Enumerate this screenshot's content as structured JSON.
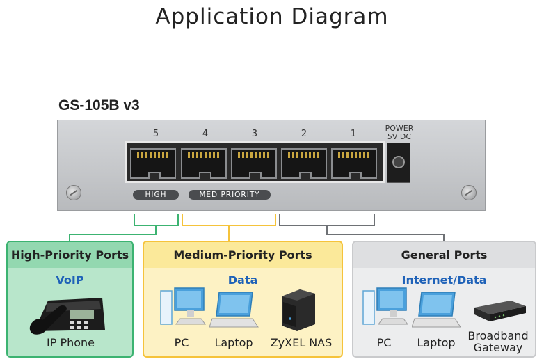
{
  "title": "Application Diagram",
  "model": "GS-105B v3",
  "device": {
    "port_numbers": [
      "5",
      "4",
      "3",
      "2",
      "1"
    ],
    "power_label_line1": "POWER",
    "power_label_line2": "5V DC",
    "pill_high": "HIGH",
    "pill_med": "MED PRIORITY"
  },
  "colors": {
    "high": "#3cb371",
    "medium": "#f5c33b",
    "general": "#6e7175",
    "high_panel_head": "#93d8b0",
    "high_panel_body": "#b8e6cb",
    "medium_panel_head": "#fbe99a",
    "medium_panel_body": "#fdf2c4",
    "general_panel_head": "#dedfe1",
    "general_panel_body": "#ecedee",
    "subtitle": "#1f62b8"
  },
  "panels": {
    "high": {
      "heading": "High-Priority Ports",
      "subtitle": "VoIP",
      "items": [
        "IP Phone"
      ]
    },
    "medium": {
      "heading": "Medium-Priority Ports",
      "subtitle": "Data",
      "items": [
        "PC",
        "Laptop",
        "ZyXEL NAS"
      ]
    },
    "general": {
      "heading": "General Ports",
      "subtitle": "Internet/Data",
      "items": [
        "PC",
        "Laptop",
        "Broadband Gateway"
      ]
    }
  }
}
